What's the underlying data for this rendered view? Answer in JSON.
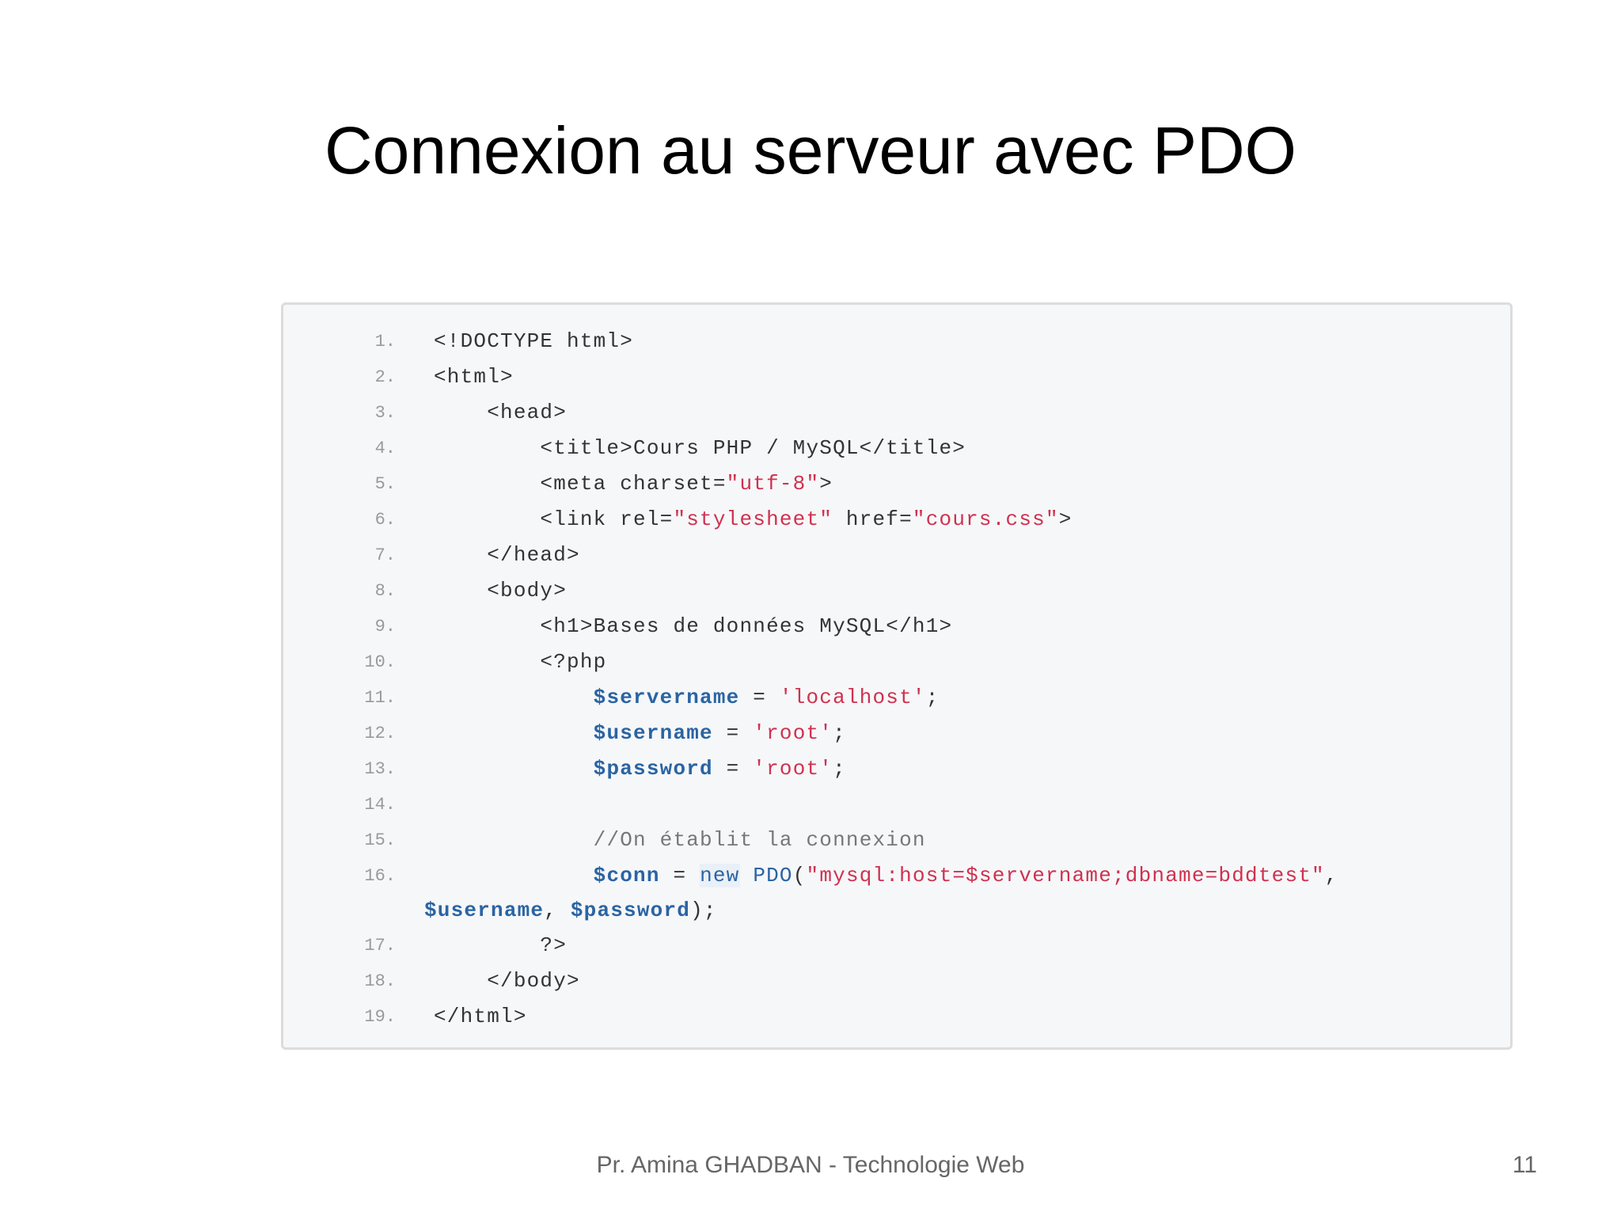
{
  "slide": {
    "title": "Connexion au serveur avec PDO",
    "footer": "Pr. Amina GHADBAN - Technologie Web",
    "page_number": "11"
  },
  "code": {
    "lines": [
      {
        "num": "1.",
        "indent": "",
        "segments": [
          {
            "t": "<!DOCTYPE html>",
            "c": "plain"
          }
        ]
      },
      {
        "num": "2.",
        "indent": "",
        "segments": [
          {
            "t": "<html>",
            "c": "plain"
          }
        ]
      },
      {
        "num": "3.",
        "indent": "    ",
        "segments": [
          {
            "t": "<head>",
            "c": "plain"
          }
        ]
      },
      {
        "num": "4.",
        "indent": "        ",
        "segments": [
          {
            "t": "<title>Cours PHP / MySQL</title>",
            "c": "plain"
          }
        ]
      },
      {
        "num": "5.",
        "indent": "        ",
        "segments": [
          {
            "t": "<meta charset=",
            "c": "plain"
          },
          {
            "t": "\"utf-8\"",
            "c": "str"
          },
          {
            "t": ">",
            "c": "plain"
          }
        ]
      },
      {
        "num": "6.",
        "indent": "        ",
        "segments": [
          {
            "t": "<link rel=",
            "c": "plain"
          },
          {
            "t": "\"stylesheet\"",
            "c": "str"
          },
          {
            "t": " href=",
            "c": "plain"
          },
          {
            "t": "\"cours.css\"",
            "c": "str"
          },
          {
            "t": ">",
            "c": "plain"
          }
        ]
      },
      {
        "num": "7.",
        "indent": "    ",
        "segments": [
          {
            "t": "</head>",
            "c": "plain"
          }
        ]
      },
      {
        "num": "8.",
        "indent": "    ",
        "segments": [
          {
            "t": "<body>",
            "c": "plain"
          }
        ]
      },
      {
        "num": "9.",
        "indent": "        ",
        "segments": [
          {
            "t": "<h1>Bases de données MySQL</h1>",
            "c": "plain"
          }
        ]
      },
      {
        "num": "10.",
        "indent": "        ",
        "segments": [
          {
            "t": "<?php",
            "c": "plain"
          }
        ]
      },
      {
        "num": "11.",
        "indent": "            ",
        "segments": [
          {
            "t": "$servername",
            "c": "var"
          },
          {
            "t": " = ",
            "c": "plain"
          },
          {
            "t": "'localhost'",
            "c": "str"
          },
          {
            "t": ";",
            "c": "plain"
          }
        ]
      },
      {
        "num": "12.",
        "indent": "            ",
        "segments": [
          {
            "t": "$username",
            "c": "var"
          },
          {
            "t": " = ",
            "c": "plain"
          },
          {
            "t": "'root'",
            "c": "str"
          },
          {
            "t": ";",
            "c": "plain"
          }
        ]
      },
      {
        "num": "13.",
        "indent": "            ",
        "segments": [
          {
            "t": "$password",
            "c": "var"
          },
          {
            "t": " = ",
            "c": "plain"
          },
          {
            "t": "'root'",
            "c": "str"
          },
          {
            "t": ";",
            "c": "plain"
          }
        ]
      },
      {
        "num": "14.",
        "indent": "",
        "segments": []
      },
      {
        "num": "15.",
        "indent": "            ",
        "segments": [
          {
            "t": "//On établit la connexion",
            "c": "com"
          }
        ]
      },
      {
        "num": "16.",
        "indent": "            ",
        "segments": [
          {
            "t": "$conn",
            "c": "var"
          },
          {
            "t": " = ",
            "c": "plain"
          },
          {
            "t": "new",
            "c": "kw"
          },
          {
            "t": " ",
            "c": "plain"
          },
          {
            "t": "PDO",
            "c": "fn"
          },
          {
            "t": "(",
            "c": "plain"
          },
          {
            "t": "\"mysql:host=$servername;dbname=bddtest\"",
            "c": "str"
          },
          {
            "t": ",",
            "c": "plain"
          }
        ]
      },
      {
        "num": "",
        "indent": "",
        "wrapped": true,
        "segments": [
          {
            "t": "$username",
            "c": "var"
          },
          {
            "t": ", ",
            "c": "plain"
          },
          {
            "t": "$password",
            "c": "var"
          },
          {
            "t": ");",
            "c": "plain"
          }
        ]
      },
      {
        "num": "17.",
        "indent": "        ",
        "segments": [
          {
            "t": "?>",
            "c": "plain"
          }
        ]
      },
      {
        "num": "18.",
        "indent": "    ",
        "segments": [
          {
            "t": "</body>",
            "c": "plain"
          }
        ]
      },
      {
        "num": "19.",
        "indent": "",
        "segments": [
          {
            "t": "</html>",
            "c": "plain"
          }
        ]
      }
    ]
  }
}
